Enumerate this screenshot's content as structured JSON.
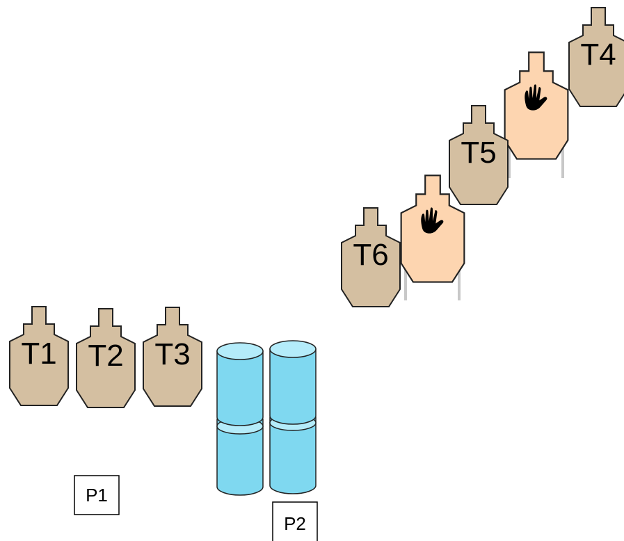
{
  "colors": {
    "target_fill": "#d4bfa1",
    "no_shoot_fill": "#fdd5b0",
    "barrel_fill": "#7fd8f0",
    "barrel_top": "#b4ecfa",
    "stand_line": "#c8c8c8",
    "outline": "#222222"
  },
  "targets": [
    {
      "id": "T1",
      "label": "T1",
      "kind": "shoot"
    },
    {
      "id": "T2",
      "label": "T2",
      "kind": "shoot"
    },
    {
      "id": "T3",
      "label": "T3",
      "kind": "shoot"
    },
    {
      "id": "T4",
      "label": "T4",
      "kind": "shoot"
    },
    {
      "id": "T5",
      "label": "T5",
      "kind": "shoot"
    },
    {
      "id": "T6",
      "label": "T6",
      "kind": "shoot"
    },
    {
      "id": "NS1",
      "label": "",
      "kind": "no-shoot",
      "icon": "hand-icon"
    },
    {
      "id": "NS2",
      "label": "",
      "kind": "no-shoot",
      "icon": "hand-icon"
    }
  ],
  "positions": [
    {
      "id": "P1",
      "label": "P1"
    },
    {
      "id": "P2",
      "label": "P2"
    }
  ],
  "barrels": [
    {
      "id": "barrel-stack-left"
    },
    {
      "id": "barrel-stack-right"
    }
  ]
}
